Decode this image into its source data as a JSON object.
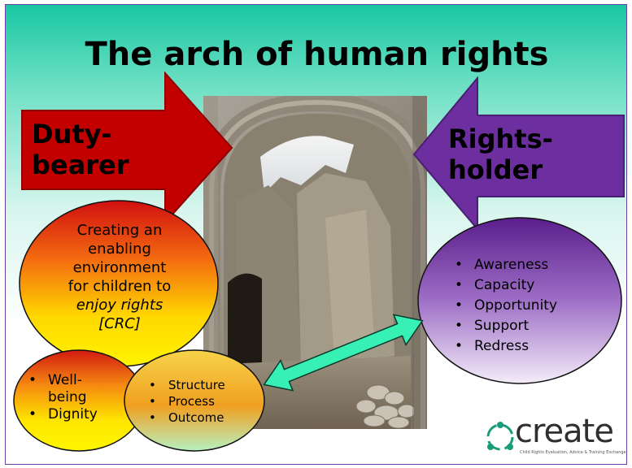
{
  "title": "The arch of human rights",
  "left_arrow": {
    "label_line1": "Duty-",
    "label_line2": "bearer",
    "color": "#c20000"
  },
  "right_arrow": {
    "label_line1": "Rights-",
    "label_line2": "holder",
    "color": "#6d2f9f"
  },
  "left_circle": {
    "lines": [
      "Creating an",
      "enabling",
      "environment",
      "for children to"
    ],
    "italic_line1": "enjoy rights",
    "italic_line2": "[CRC]"
  },
  "wellbeing_circle": {
    "items": [
      "Well-",
      "being",
      "Dignity"
    ]
  },
  "structure_circle": {
    "items": [
      "Structure",
      "Process",
      "Outcome"
    ]
  },
  "right_circle": {
    "items": [
      "Awareness",
      "Capacity",
      "Opportunity",
      "Support",
      "Redress"
    ]
  },
  "logo": {
    "name": "create",
    "tagline": "Child Rights Evaluation, Advice & Training Exchange"
  },
  "colors": {
    "teal": "#18c7a2",
    "green_arrow": "#33f0b0",
    "purple": "#6d2f9f",
    "red": "#c20000"
  }
}
